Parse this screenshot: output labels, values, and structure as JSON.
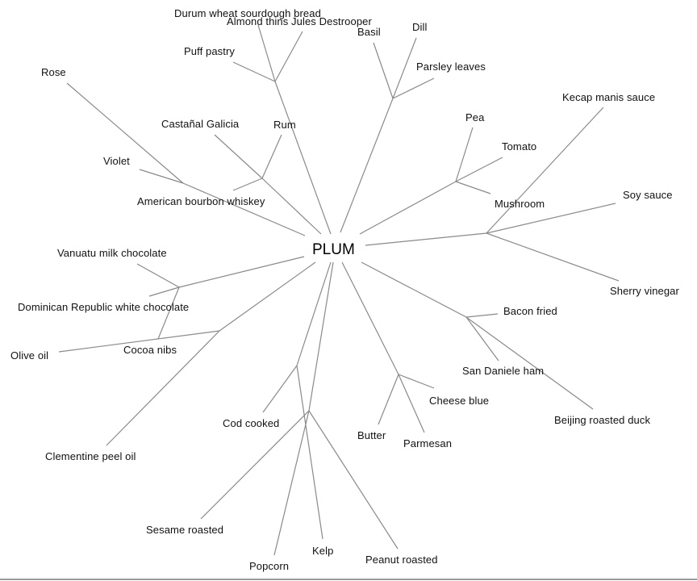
{
  "diagram": {
    "type": "radial-tree",
    "root": "PLUM",
    "colors": {
      "edge": "#8a8a8a",
      "text": "#111111",
      "background": "#ffffff"
    },
    "clusters": [
      {
        "id": "bread",
        "leaves": [
          "Durum wheat sourdough bread",
          "Almond thins Jules Destrooper",
          "Puff pastry"
        ]
      },
      {
        "id": "herbs",
        "leaves": [
          "Basil",
          "Dill",
          "Parsley leaves"
        ]
      },
      {
        "id": "floral",
        "leaves": [
          "Rose",
          "Violet"
        ]
      },
      {
        "id": "spirits",
        "leaves": [
          "Castañal Galicia",
          "Rum",
          "American bourbon whiskey"
        ]
      },
      {
        "id": "veg",
        "leaves": [
          "Pea",
          "Tomato",
          "Mushroom"
        ]
      },
      {
        "id": "sauces",
        "leaves": [
          "Kecap manis sauce",
          "Soy sauce",
          "Sherry vinegar"
        ]
      },
      {
        "id": "choc",
        "leaves": [
          "Vanuatu milk chocolate",
          "Dominican Republic white chocolate",
          "Cocoa nibs"
        ]
      },
      {
        "id": "oils",
        "leaves": [
          "Olive oil",
          "Clementine peel oil"
        ]
      },
      {
        "id": "meat",
        "leaves": [
          "Bacon fried",
          "San Daniele ham",
          "Beijing roasted duck"
        ]
      },
      {
        "id": "dairy",
        "leaves": [
          "Cheese blue",
          "Butter",
          "Parmesan"
        ]
      },
      {
        "id": "sea",
        "leaves": [
          "Cod cooked",
          "Kelp"
        ]
      },
      {
        "id": "nuts",
        "leaves": [
          "Sesame roasted",
          "Popcorn",
          "Peanut roasted"
        ]
      }
    ]
  }
}
